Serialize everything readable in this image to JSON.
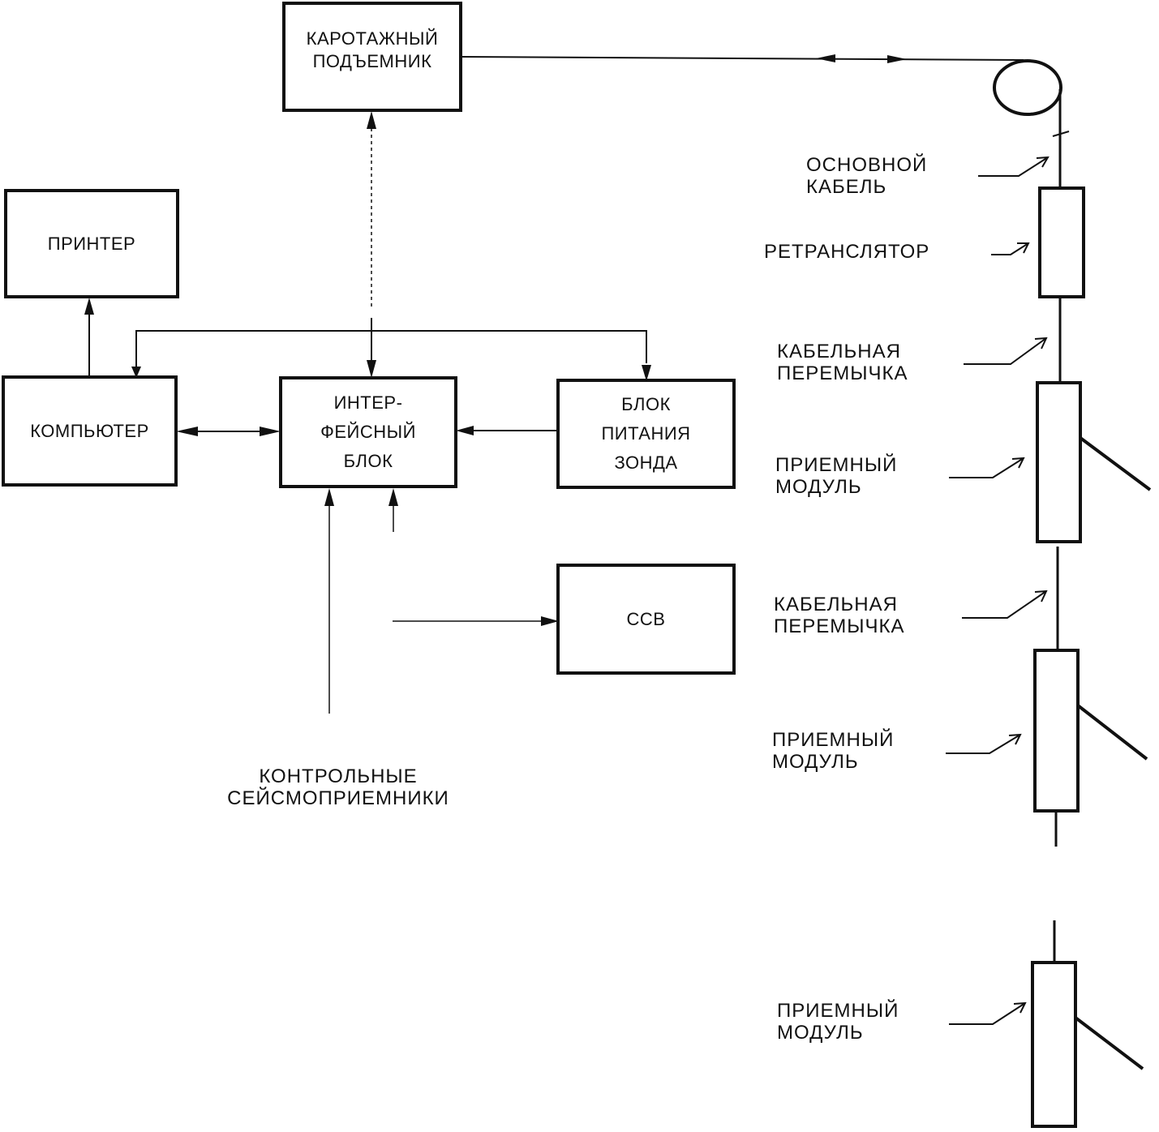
{
  "blocks": {
    "logging_hoist": [
      "КАРОТАЖНЫЙ",
      "ПОДЪЕМНИК"
    ],
    "printer": [
      "ПРИНТЕР"
    ],
    "computer": [
      "КОМПЬЮТЕР"
    ],
    "interface": [
      "ИНТЕР-",
      "ФЕЙСНЫЙ",
      "БЛОК"
    ],
    "probe_power": [
      "БЛОК",
      "ПИТАНИЯ",
      "ЗОНДА"
    ],
    "ssv": [
      "ССВ"
    ]
  },
  "labels": {
    "control_geophones": [
      "КОНТРОЛЬНЫЕ",
      "СЕЙСМОПРИЕМНИКИ"
    ],
    "main_cable": [
      "ОСНОВНОЙ",
      "КАБЕЛЬ"
    ],
    "repeater": [
      "РЕТРАНСЛЯТОР"
    ],
    "cable_jumper_1": [
      "КАБЕЛЬНАЯ",
      "ПЕРЕМЫЧКА"
    ],
    "receiver_module_1": [
      "ПРИЕМНЫЙ",
      "МОДУЛЬ"
    ],
    "cable_jumper_2": [
      "КАБЕЛЬНАЯ",
      "ПЕРЕМЫЧКА"
    ],
    "receiver_module_2": [
      "ПРИЕМНЫЙ",
      "МОДУЛЬ"
    ],
    "receiver_module_3": [
      "ПРИЕМНЫЙ",
      "МОДУЛЬ"
    ]
  }
}
